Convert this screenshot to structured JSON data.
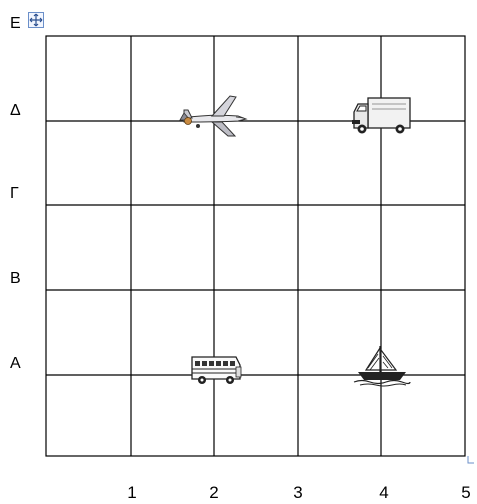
{
  "grid": {
    "row_labels": [
      {
        "label": "Ε",
        "name": "row-label-epsilon"
      },
      {
        "label": "Δ",
        "name": "row-label-delta"
      },
      {
        "label": "Γ",
        "name": "row-label-gamma"
      },
      {
        "label": "Β",
        "name": "row-label-beta"
      },
      {
        "label": "Α",
        "name": "row-label-alpha"
      }
    ],
    "column_labels": [
      "1",
      "2",
      "3",
      "4",
      "5"
    ]
  },
  "objects": [
    {
      "icon": "airplane-icon",
      "column": "2",
      "row": "Δ"
    },
    {
      "icon": "truck-icon",
      "column": "4",
      "row": "Δ"
    },
    {
      "icon": "bus-icon",
      "column": "2",
      "row": "Α"
    },
    {
      "icon": "sailboat-icon",
      "column": "4",
      "row": "Α"
    }
  ],
  "colors": {
    "grid_line": "#000000",
    "handle_accent": "#6b8fc9"
  }
}
